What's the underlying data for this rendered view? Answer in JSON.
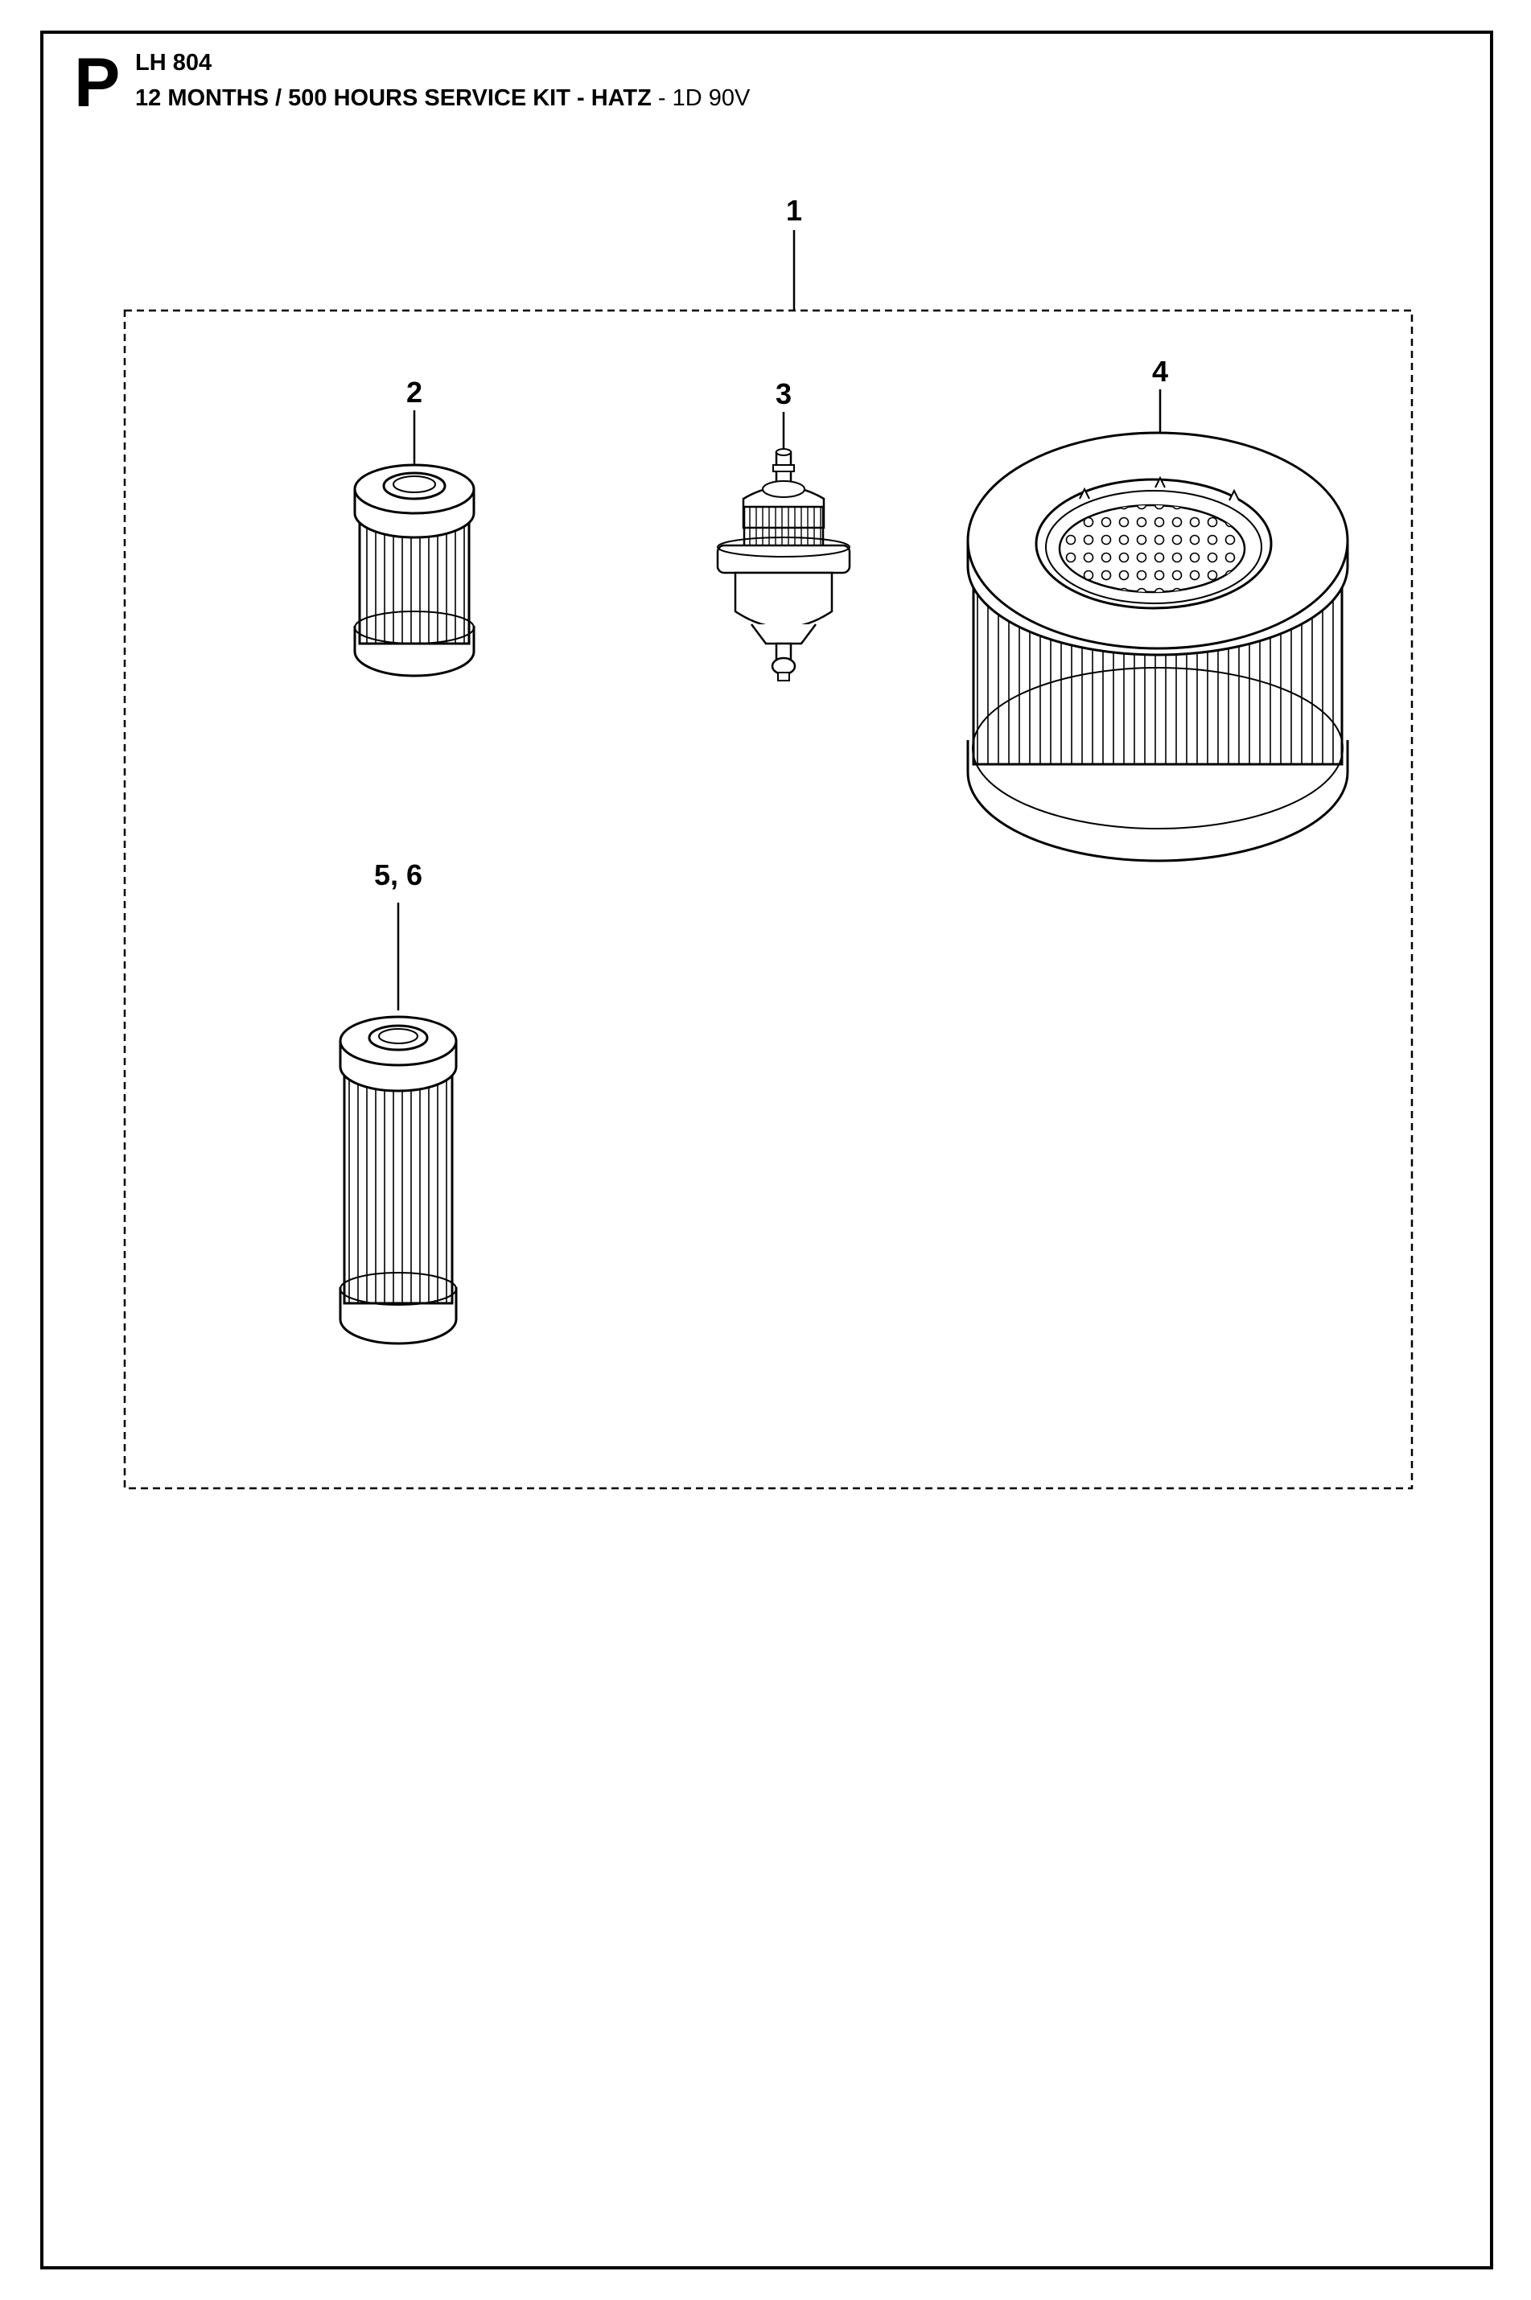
{
  "header": {
    "section_letter": "P",
    "model": "LH 804",
    "title_bold": "12 MONTHS / 500 HOURS SERVICE KIT - HATZ",
    "title_separator": " - ",
    "title_normal": "1D 90V"
  },
  "callouts": {
    "kit": "1",
    "oil_filter": "2",
    "fuel_filter": "3",
    "air_filter": "4",
    "cartridge_filter": "5, 6"
  }
}
